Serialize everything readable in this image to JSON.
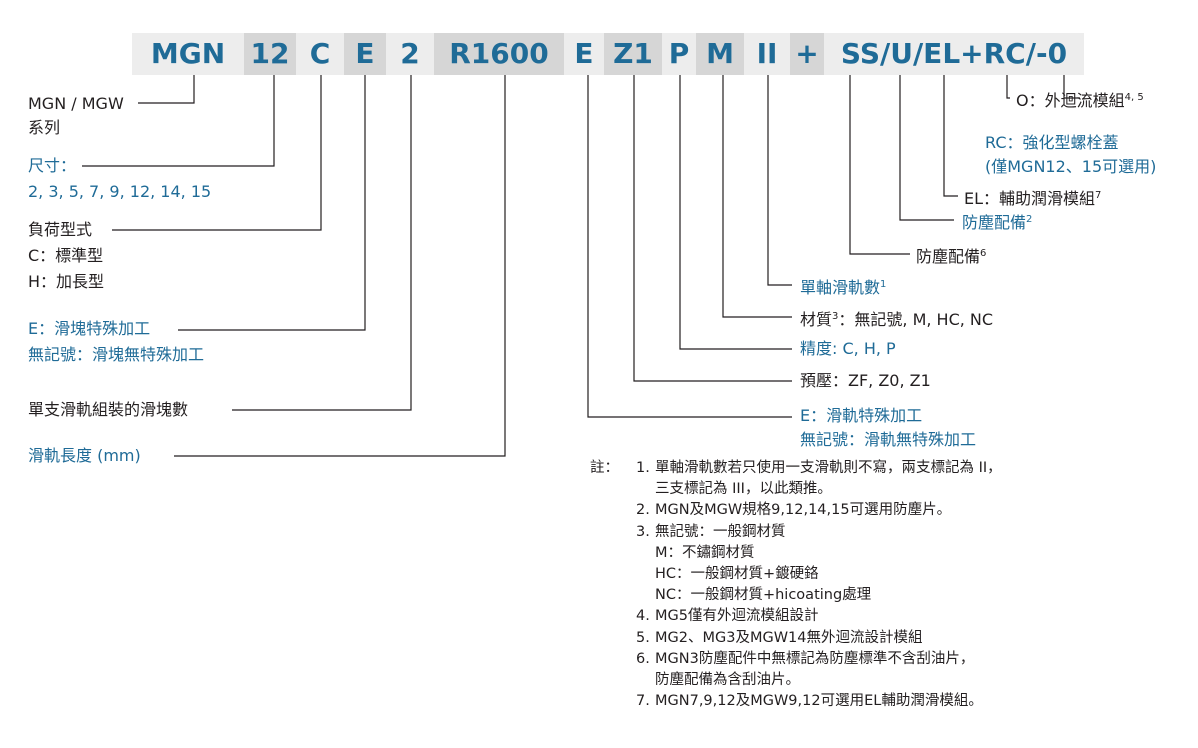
{
  "code": {
    "mgn": "MGN",
    "size": "12",
    "load": "C",
    "block_special": "E",
    "block_qty": "2",
    "length": "R1600",
    "rail_special": "E",
    "preload": "Z1",
    "precision": "P",
    "material": "M",
    "rails": "II",
    "plus": "+",
    "accessories": "SS/U/EL+RC/-0"
  },
  "left": {
    "series_line1": "MGN / MGW",
    "series_line2": "系列",
    "size_title": "尺寸：",
    "size_values": "2, 3, 5, 7, 9, 12, 14, 15",
    "load_title": "負荷型式",
    "load_c": "C：標準型",
    "load_h": "H：加長型",
    "block_special_1": "E：滑塊特殊加工",
    "block_special_2": "無記號：滑塊無特殊加工",
    "block_qty": "單支滑軌組裝的滑塊數",
    "rail_length": "滑軌長度 (mm)"
  },
  "right": {
    "o_label": "O：外迴流模組",
    "o_sup": "4, 5",
    "rc_line1": "RC：強化型螺栓蓋",
    "rc_line2": "(僅MGN12、15可選用)",
    "el_label": "EL：輔助潤滑模組",
    "el_sup": "7",
    "u_label": "防塵配備",
    "u_sup": "2",
    "ss_label": "防塵配備",
    "ss_sup": "6",
    "rails_label": "單軸滑軌數",
    "rails_sup": "1",
    "material_prefix": "材質",
    "material_sup": "3",
    "material_suffix": "：無記號, M, HC, NC",
    "precision_label": "精度: C, H, P",
    "preload_label": "預壓：ZF, Z0, Z1",
    "rail_special_1": "E：滑軌特殊加工",
    "rail_special_2": "無記號：滑軌無特殊加工"
  },
  "notes": {
    "heading": "註：",
    "items": [
      {
        "num": "1.",
        "lines": [
          "單軸滑軌數若只使用一支滑軌則不寫，兩支標記為 II，",
          "三支標記為 III，以此類推。"
        ]
      },
      {
        "num": "2.",
        "lines": [
          "MGN及MGW規格9,12,14,15可選用防塵片。"
        ]
      },
      {
        "num": "3.",
        "lines": [
          "無記號：一般鋼材質",
          "M：不鏽鋼材質",
          "HC：一般鋼材質+鍍硬鉻",
          "NC：一般鋼材質+hicoating處理"
        ]
      },
      {
        "num": "4.",
        "lines": [
          "MG5僅有外迴流模組設計"
        ]
      },
      {
        "num": "5.",
        "lines": [
          "MG2、MG3及MGW14無外迴流設計模組"
        ]
      },
      {
        "num": "6.",
        "lines": [
          "MGN3防塵配件中無標記為防塵標準不含刮油片，",
          "防塵配備為含刮油片。"
        ]
      },
      {
        "num": "7.",
        "lines": [
          "MGN7,9,12及MGW9,12可選用EL輔助潤滑模組。"
        ]
      }
    ]
  },
  "colors": {
    "blue": "#1f6b97",
    "black": "#231f20",
    "seg_light": "#ededed",
    "seg_dark": "#d6d6d6"
  }
}
